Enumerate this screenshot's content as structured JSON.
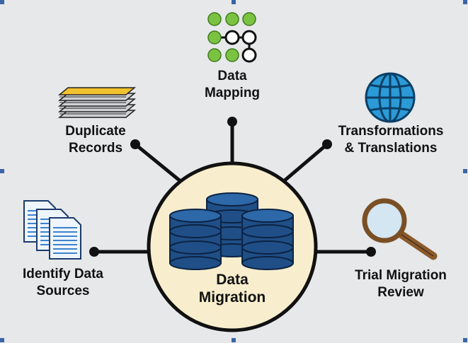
{
  "center": {
    "line1": "Data",
    "line2": "Migration"
  },
  "nodes": [
    {
      "id": "data-mapping",
      "line1": "Data",
      "line2": "Mapping",
      "icon": "node-grid-icon"
    },
    {
      "id": "duplicate-records",
      "line1": "Duplicate",
      "line2": "Records",
      "icon": "paper-stack-icon"
    },
    {
      "id": "transformations",
      "line1": "Transformations",
      "line2": "& Translations",
      "icon": "globe-icon"
    },
    {
      "id": "identify-sources",
      "line1": "Identify Data",
      "line2": "Sources",
      "icon": "documents-icon"
    },
    {
      "id": "trial-review",
      "line1": "Trial Migration",
      "line2": "Review",
      "icon": "magnifier-icon"
    }
  ],
  "colors": {
    "background": "#e6e8ea",
    "hub_fill": "#f8eecd",
    "database_blue": "#1f4f86",
    "node_green": "#7cc242",
    "globe_blue": "#2b9ad6",
    "paper_gold": "#f2c12e",
    "magnifier_brown": "#8a5a2b",
    "corner_marks": "#3a64a8"
  }
}
